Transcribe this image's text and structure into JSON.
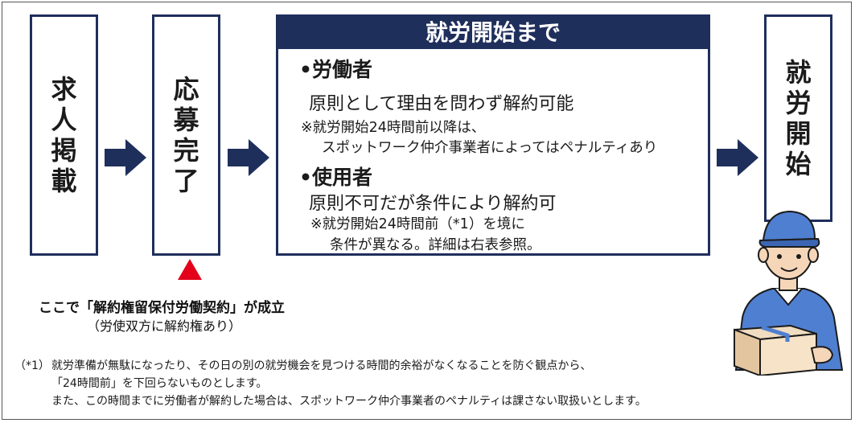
{
  "steps": {
    "job_posting": [
      "求",
      "人",
      "掲",
      "載"
    ],
    "application_complete": [
      "応",
      "募",
      "完",
      "了"
    ],
    "work_start": [
      "就",
      "労",
      "開",
      "始"
    ]
  },
  "center": {
    "header": "就労開始まで",
    "worker": {
      "title": "•労働者",
      "desc": "原則として理由を問わず解約可能",
      "note1": "※就労開始24時間前以降は、",
      "note2": "スポットワーク仲介事業者によってはペナルティあり"
    },
    "employer": {
      "title": "•使用者",
      "desc": "原則不可だが条件により解約可",
      "note1": "※就労開始24時間前（*1）を境に",
      "note2": "条件が異なる。詳細は右表参照。"
    }
  },
  "establishment": {
    "main": "ここで「解約権留保付労働契約」が成立",
    "sub": "（労使双方に解約権あり）"
  },
  "footnote": {
    "marker": "（*1）",
    "line1": "就労準備が無駄になったり、その日の別の就労機会を見つける時間的余裕がなくなることを防ぐ観点から、",
    "line2": "「24時間前」を下回らないものとします。",
    "line3": "また、この時間までに労働者が解約した場合は、スポットワーク仲介事業者のペナルティは課さない取扱いとします。"
  },
  "colors": {
    "navy": "#1f2f5c",
    "red": "#e2001a",
    "worker_blue": "#4f7fd0"
  },
  "icons": {
    "arrow": "right-arrow-icon",
    "triangle": "triangle-up-icon",
    "worker": "delivery-worker-illustration"
  }
}
